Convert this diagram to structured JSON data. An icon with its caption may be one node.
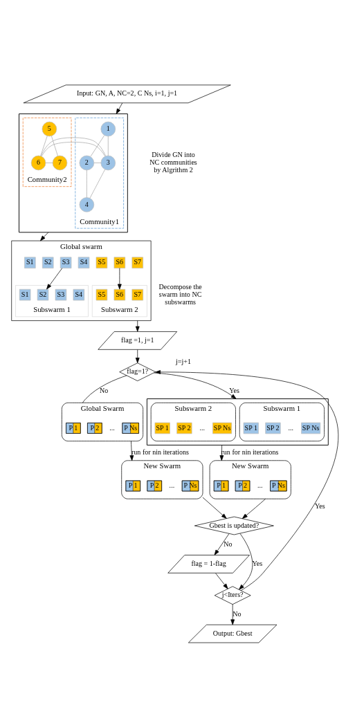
{
  "diagram": {
    "nodes": [
      {
        "text": [
          "Input: GN, A, NC=2, C Ns, i=1, j=1"
        ]
      },
      {
        "text": [],
        "shape": "box",
        "beside": [
          "Divide GN into NC communities by Algrithm 2"
        ]
      },
      {
        "text": [
          "Community1"
        ],
        "in": 1
      },
      {
        "text": [
          "1"
        ],
        "in": 2
      },
      {
        "text": [
          "2"
        ],
        "in": 2
      },
      {
        "text": [
          "3"
        ],
        "in": 2
      },
      {
        "text": [
          "4"
        ],
        "in": 2
      },
      {
        "text": [
          "Community2"
        ],
        "in": 1
      },
      {
        "text": [
          "5"
        ],
        "in": 7
      },
      {
        "text": [
          "6"
        ],
        "in": 7
      },
      {
        "text": [
          "7"
        ],
        "in": 7
      },
      {
        "text": [
          "Global swarm"
        ],
        "beside": [
          "Decompose the swarm into NC subswarms"
        ]
      },
      {
        "text": [
          "S1"
        ],
        "in": 11
      },
      {
        "text": [
          "S2"
        ],
        "in": 11
      },
      {
        "text": [
          "S3"
        ],
        "in": 11
      },
      {
        "text": [
          "S4"
        ],
        "in": 11
      },
      {
        "text": [
          "S5"
        ],
        "in": 11
      },
      {
        "text": [
          "S6"
        ],
        "in": 11
      },
      {
        "text": [
          "S7"
        ],
        "in": 11
      },
      {
        "text": [
          "Subswarm 1"
        ],
        "in": 11
      },
      {
        "text": [
          "S1"
        ],
        "in": 19
      },
      {
        "text": [
          "S2"
        ],
        "in": 19
      },
      {
        "text": [
          "S3"
        ],
        "in": 19
      },
      {
        "text": [
          "S4"
        ],
        "in": 19
      },
      {
        "text": [
          "Subswarm 2"
        ],
        "in": 11
      },
      {
        "text": [
          "S5"
        ],
        "in": 24
      },
      {
        "text": [
          "S6"
        ],
        "in": 24
      },
      {
        "text": [
          "S7"
        ],
        "in": 24
      },
      {
        "text": [
          "flag =1, j=1"
        ]
      },
      {
        "text": [
          "flag=1?"
        ]
      },
      {
        "text": [
          "Global Swarm"
        ]
      },
      {
        "text": [
          "P 1"
        ],
        "in": 30
      },
      {
        "text": [
          "P 2"
        ],
        "in": 30
      },
      {
        "text": [
          "P Ns"
        ],
        "in": 30
      },
      {
        "text": [],
        "shape": "box"
      },
      {
        "text": [
          "Subswarm 1"
        ],
        "in": 34
      },
      {
        "text": [
          "SP 1"
        ],
        "in": 35
      },
      {
        "text": [
          "SP 2"
        ],
        "in": 35
      },
      {
        "text": [
          "SP Ns"
        ],
        "in": 35
      },
      {
        "text": [
          "Subswarm 2"
        ],
        "in": 34
      },
      {
        "text": [
          "SP 1"
        ],
        "in": 39
      },
      {
        "text": [
          "SP 2"
        ],
        "in": 39
      },
      {
        "text": [
          "SP Ns"
        ],
        "in": 39
      },
      {
        "text": [
          "New Swarm"
        ]
      },
      {
        "text": [
          "P 1"
        ],
        "in": 43
      },
      {
        "text": [
          "P 2"
        ],
        "in": 43
      },
      {
        "text": [
          "P Ns"
        ],
        "in": 43
      },
      {
        "text": [
          "New Swarm"
        ]
      },
      {
        "text": [
          "P 1"
        ],
        "in": 47
      },
      {
        "text": [
          "P 2"
        ],
        "in": 47
      },
      {
        "text": [
          "P Ns"
        ],
        "in": 47
      },
      {
        "text": [
          "Gbest is updated?"
        ]
      },
      {
        "text": [
          "flag = 1-flag"
        ]
      },
      {
        "text": [
          "j<Iters?"
        ]
      },
      {
        "text": [
          "Output: Gbest"
        ]
      }
    ],
    "edges": [
      {
        "from": 0,
        "to": 1,
        "arrow": "to"
      },
      {
        "from": 3,
        "to": 4,
        "arrow": "none",
        "color": "#a6a6a6"
      },
      {
        "from": 3,
        "to": 5,
        "arrow": "none",
        "color": "#a6a6a6"
      },
      {
        "from": 4,
        "to": 5,
        "arrow": "none",
        "color": "#a6a6a6"
      },
      {
        "from": 4,
        "to": 6,
        "arrow": "none",
        "color": "#a6a6a6"
      },
      {
        "from": 5,
        "to": 6,
        "arrow": "none",
        "color": "#a6a6a6"
      },
      {
        "from": 5,
        "to": 9,
        "arrow": "none",
        "color": "#a6a6a6"
      },
      {
        "from": 8,
        "to": 9,
        "arrow": "none",
        "color": "#a6a6a6"
      },
      {
        "from": 8,
        "to": 10,
        "arrow": "none",
        "color": "#a6a6a6"
      },
      {
        "from": 9,
        "to": 10,
        "arrow": "none",
        "color": "#a6a6a6"
      },
      {
        "from": 1,
        "to": 11,
        "arrow": "to"
      },
      {
        "from": 14,
        "to": 21,
        "arrow": "to"
      },
      {
        "from": 17,
        "to": 26,
        "arrow": "to"
      },
      {
        "from": 11,
        "to": 28,
        "arrow": "to"
      },
      {
        "from": 28,
        "to": 29,
        "arrow": "to"
      },
      {
        "from": 29,
        "to": 30,
        "label": "No",
        "arrow": "none"
      },
      {
        "from": 29,
        "to": 34,
        "label": "Yes",
        "arrow": "to"
      },
      {
        "from": 30,
        "to": 43,
        "label": "run for nin iterations",
        "arrow": "to"
      },
      {
        "from": 34,
        "to": 47,
        "label": "run for nin iterations",
        "arrow": "to"
      },
      {
        "from": 43,
        "to": 51,
        "arrow": "to"
      },
      {
        "from": 47,
        "to": 51,
        "arrow": "to"
      },
      {
        "from": 51,
        "to": 52,
        "label": "No",
        "arrow": "to"
      },
      {
        "from": 51,
        "to": 53,
        "label": "Yes",
        "arrow": "to"
      },
      {
        "from": 52,
        "to": 53,
        "arrow": "to"
      },
      {
        "from": 53,
        "to": 29,
        "label": "Yes",
        "arrow": "to"
      },
      {
        "from": 53,
        "to": 54,
        "label": "No",
        "arrow": "to"
      }
    ],
    "labels": [
      "j=j+1",
      "...",
      "...",
      "...",
      "...",
      "..."
    ]
  }
}
